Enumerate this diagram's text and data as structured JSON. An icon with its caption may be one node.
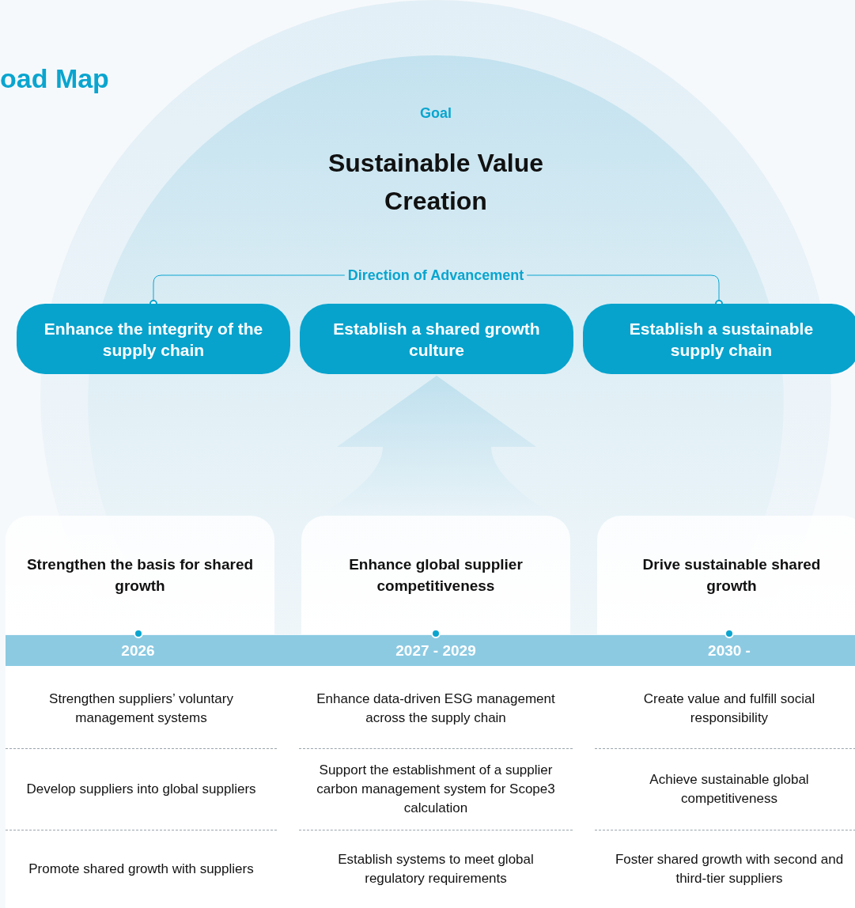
{
  "diagram": {
    "nodes": [
      {
        "text": [
          "Goal",
          "Sustainable Value Creation"
        ]
      },
      {
        "text": [
          "Direction of Advancement"
        ],
        "in": 0
      },
      {
        "text": [
          "Enhance the integrity of the supply chain"
        ]
      },
      {
        "text": [
          "Establish a shared growth culture"
        ]
      },
      {
        "text": [
          "Establish a sustainable supply chain"
        ]
      },
      {
        "text": [
          "Strengthen the basis for shared growth"
        ],
        "beside": [
          "2026"
        ]
      },
      {
        "text": [
          "Enhance global supplier competitiveness"
        ],
        "beside": [
          "2027 - 2029"
        ]
      },
      {
        "text": [
          "Drive sustainable shared growth"
        ],
        "beside": [
          "2030 -"
        ]
      }
    ],
    "edges": [
      {
        "from": 1,
        "to": 2,
        "arrow": "other"
      },
      {
        "from": 1,
        "to": 4,
        "arrow": "other"
      },
      {
        "from": 6,
        "to": 3,
        "arrow": "to",
        "style": "thick"
      }
    ],
    "labels": [
      "oad Map",
      "Strengthen suppliers’ voluntary management systems",
      "Enhance data-driven ESG management across the supply chain",
      "Create value and fulfill social responsibility",
      "Develop suppliers into global suppliers",
      "Support the establishment of a supplier carbon management system for Scope3 calculation",
      "Achieve sustainable global competitiveness",
      "Promote shared growth with suppliers",
      "Establish systems to meet global regulatory requirements",
      "Foster shared growth with second and third-tier suppliers"
    ]
  }
}
